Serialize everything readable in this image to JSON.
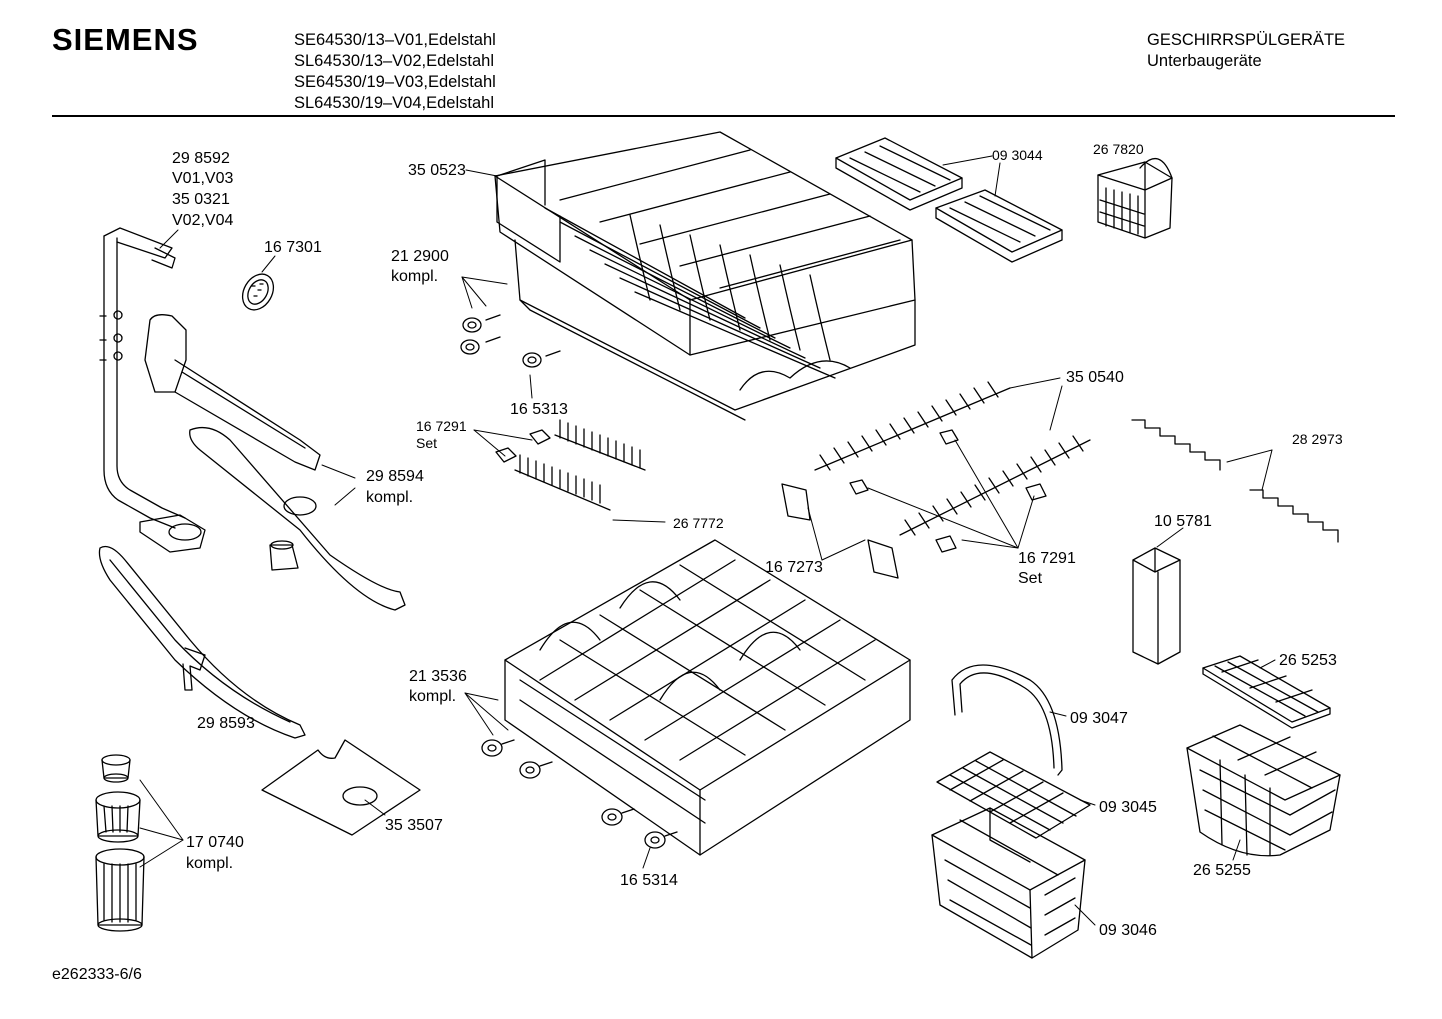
{
  "header": {
    "brand": "SIEMENS",
    "models": [
      "SE64530/13–V01,Edelstahl",
      "SL64530/13–V02,Edelstahl",
      "SE64530/19–V03,Edelstahl",
      "SL64530/19–V04,Edelstahl"
    ],
    "category": "GESCHIRRSPÜLGERÄTE",
    "subcategory": "Unterbaugeräte"
  },
  "labels": {
    "p298592": "29 8592",
    "v01v03": "V01,V03",
    "p350321": "35 0321",
    "v02v04": "V02,V04",
    "p167301": "16 7301",
    "p350523": "35 0523",
    "p212900": "21 2900",
    "kompl_a": "kompl.",
    "p165313": "16 5313",
    "p093044": "09 3044",
    "p267820": "26 7820",
    "p167291a": "16 7291",
    "set_a": "Set",
    "p267772": "26 7772",
    "p298594": "29 8594",
    "kompl_b": "kompl.",
    "p350540": "35 0540",
    "p282973": "28 2973",
    "p167273": "16 7273",
    "p167291b": "16 7291",
    "set_b": "Set",
    "p105781": "10 5781",
    "p298593": "29 8593",
    "p213536": "21 3536",
    "kompl_c": "kompl.",
    "p265253": "26 5253",
    "p093047": "09 3047",
    "p093045": "09 3045",
    "p353507": "35 3507",
    "p170740": "17 0740",
    "kompl_d": "kompl.",
    "p165314": "16 5314",
    "p265255": "26 5255",
    "p093046": "09 3046"
  },
  "footer": {
    "doc_id": "e262333-6/6"
  }
}
